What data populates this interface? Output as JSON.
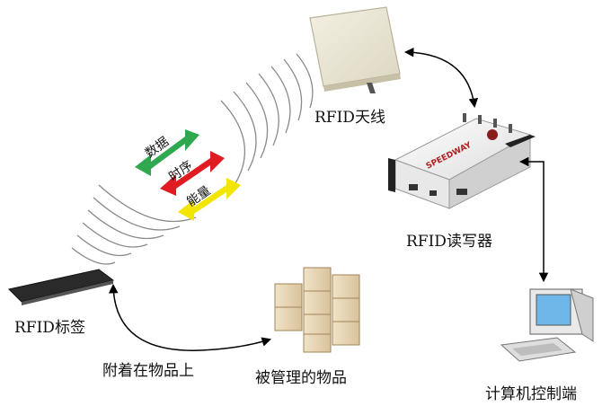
{
  "labels": {
    "antenna": "RFID天线",
    "reader": "RFID读写器",
    "tag": "RFID标签",
    "attached": "附着在物品上",
    "goods": "被管理的物品",
    "computer": "计算机控制端"
  },
  "arrows": {
    "data": "数据",
    "timing": "时序",
    "energy": "能量"
  },
  "device": {
    "brand": "SPEEDWAY"
  },
  "colors": {
    "data_arrow": "#2fa84f",
    "timing_arrow": "#e11b22",
    "energy_arrow": "#f2e600",
    "wave": "#8a8a8a",
    "connector": "#000000"
  }
}
